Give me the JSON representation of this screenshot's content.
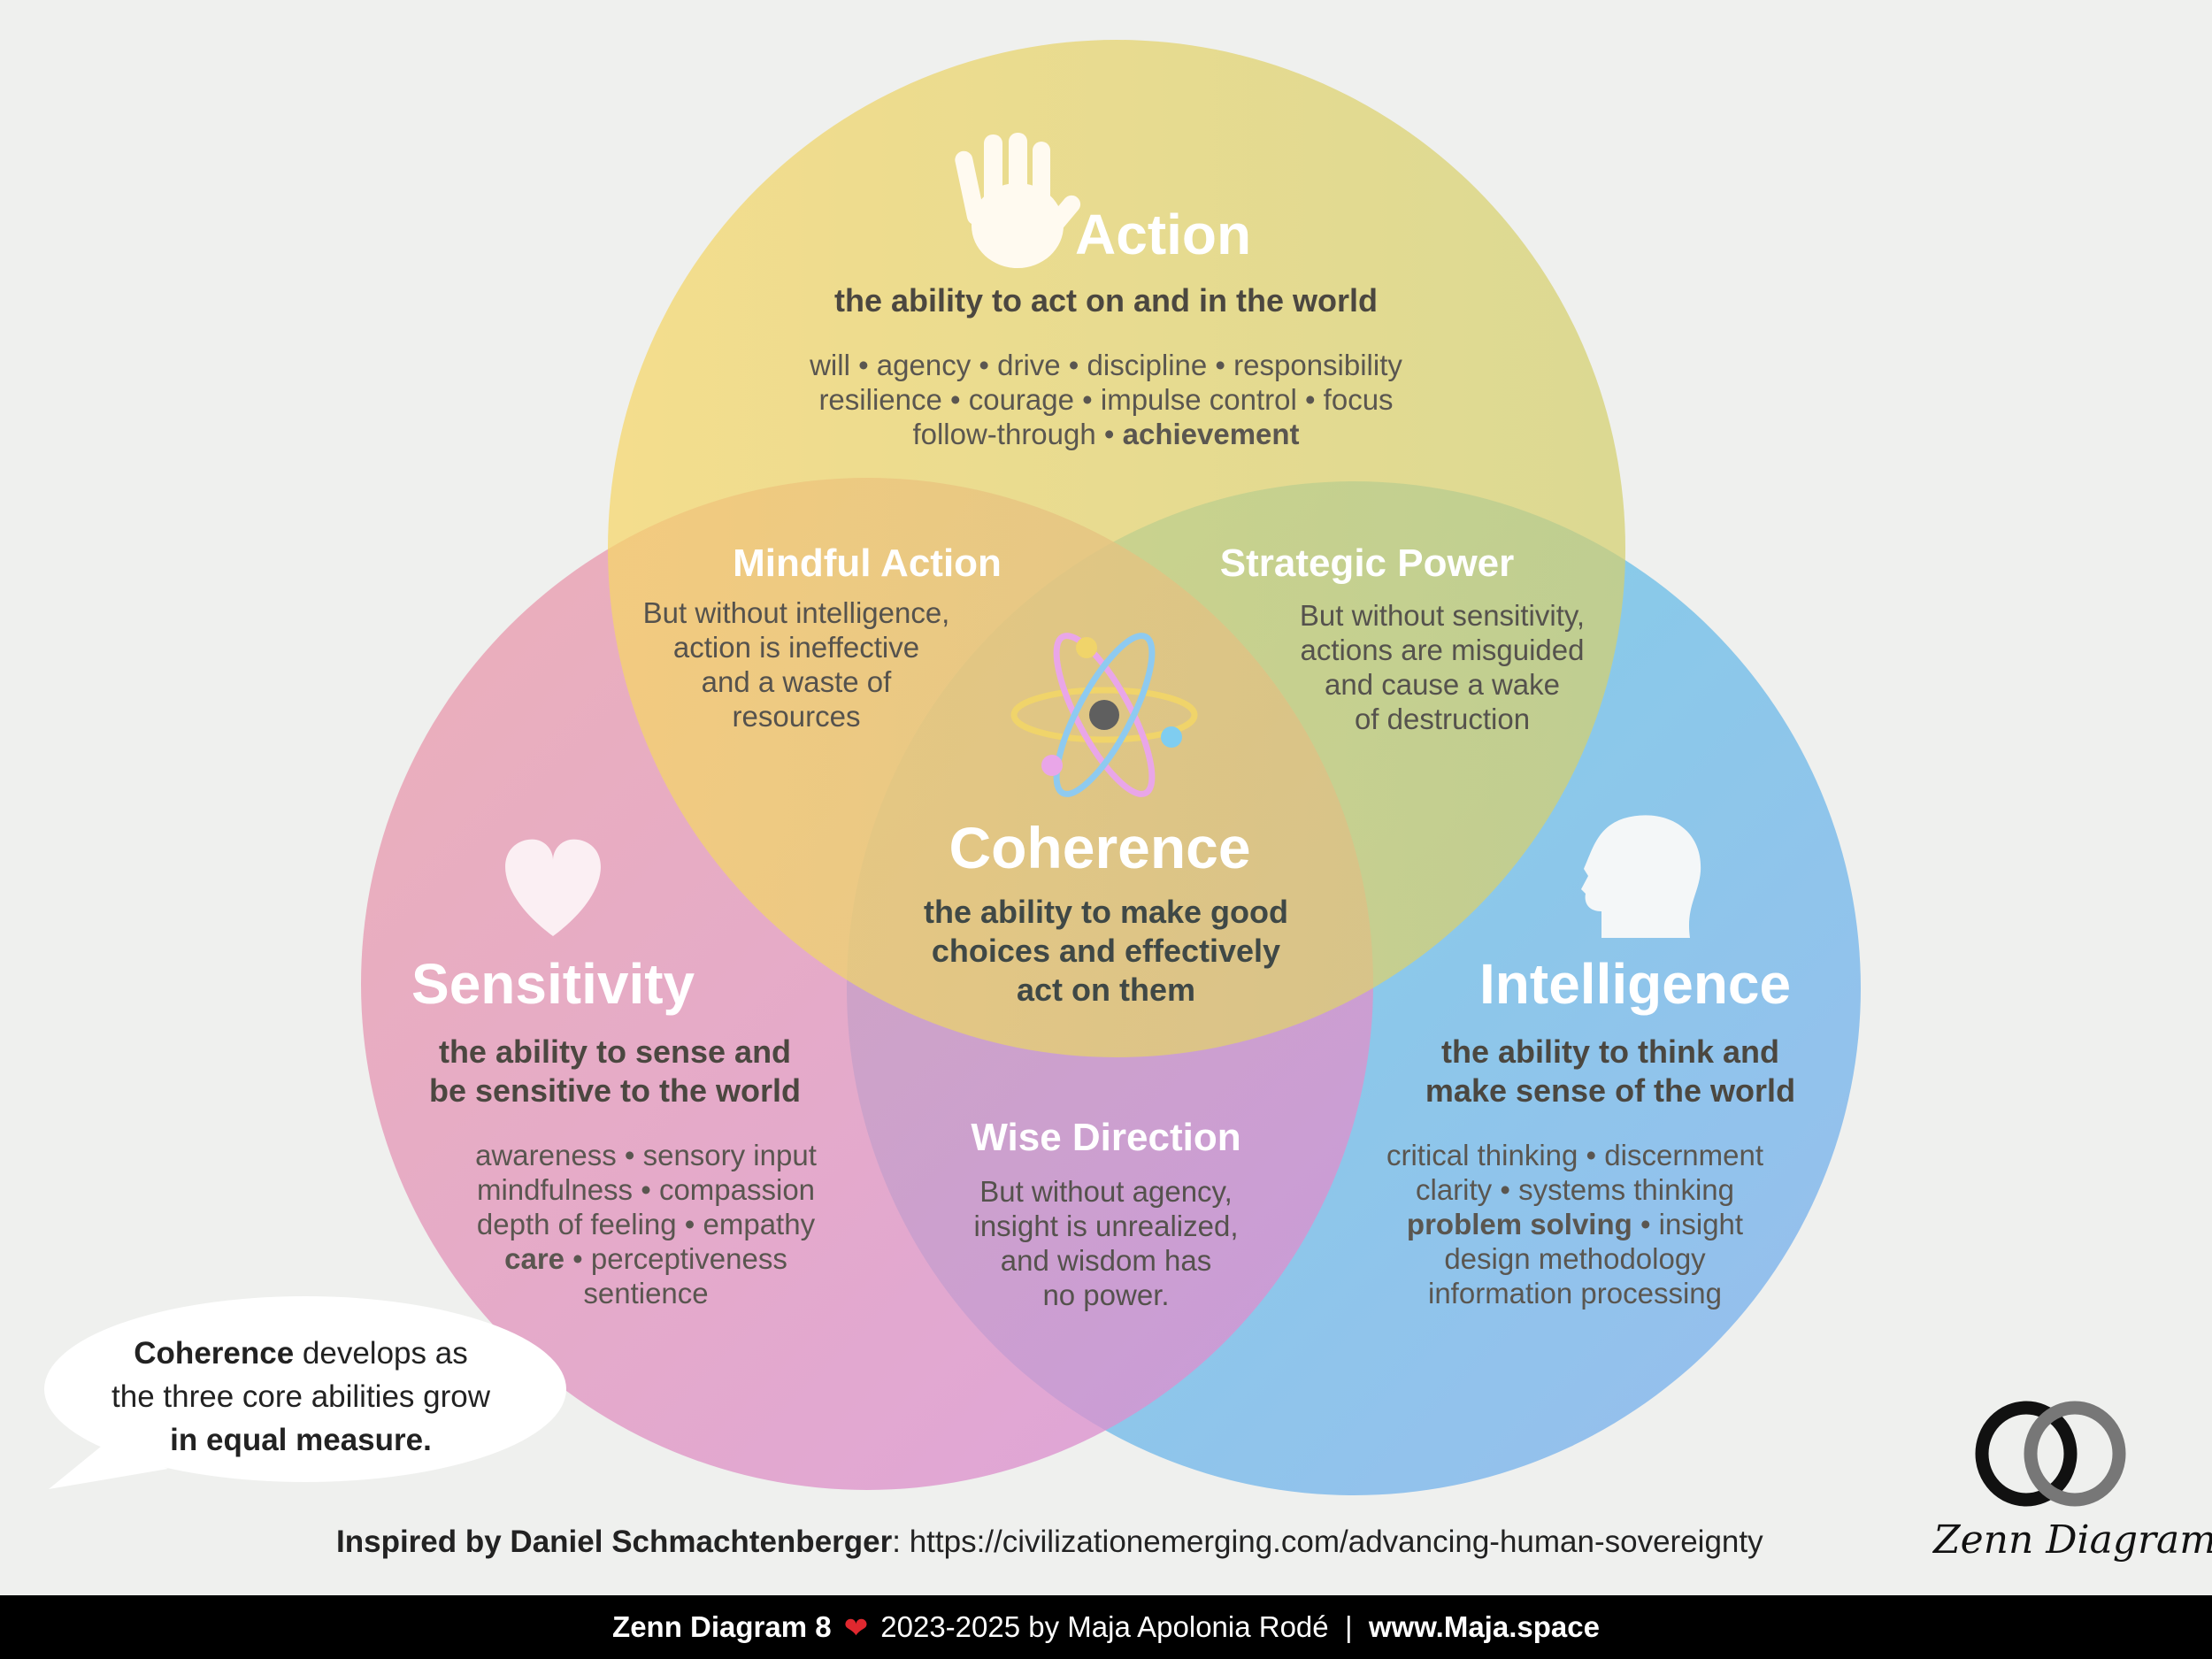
{
  "action": {
    "title": "Action",
    "subtitle": "the ability to act on and in the world",
    "keywords": [
      "will • agency • drive • discipline • responsibility",
      "resilience • courage • impulse control • focus",
      "follow-through • ",
      "achievement"
    ]
  },
  "sensitivity": {
    "title": "Sensitivity",
    "subtitle": [
      "the ability to sense and",
      "be sensitive to the world"
    ],
    "keywords": [
      "awareness • sensory input",
      "mindfulness • compassion",
      "depth of feeling • empathy",
      "care",
      " • perceptiveness",
      "sentience"
    ]
  },
  "intelligence": {
    "title": "Intelligence",
    "subtitle": [
      "the ability to think and",
      "make sense of the world"
    ],
    "keywords": [
      "critical thinking • discernment",
      "clarity • systems thinking",
      "problem solving",
      " • insight",
      "design methodology",
      "information processing"
    ]
  },
  "mindful_action": {
    "title": "Mindful Action",
    "lines": [
      "But without intelligence,",
      "action is ineffective",
      "and a waste of",
      "resources"
    ]
  },
  "strategic_power": {
    "title": "Strategic Power",
    "lines": [
      "But without sensitivity,",
      "actions are misguided",
      "and cause a wake",
      "of destruction"
    ]
  },
  "wise_direction": {
    "title": "Wise Direction",
    "lines": [
      "But without agency,",
      "insight is unrealized,",
      "and wisdom has",
      "no power."
    ]
  },
  "coherence": {
    "title": "Coherence",
    "lines": [
      "the ability to make good",
      "choices and effectively",
      "act on them"
    ]
  },
  "bubble": {
    "bold1": "Coherence",
    "text1": " develops as",
    "text2": "the three core abilities grow",
    "bold3": "in equal measure."
  },
  "credit": {
    "bold": "Inspired by Daniel Schmachtenberger",
    "text": ": https://civilizationemerging.com/advancing-human-sovereignty"
  },
  "logo": {
    "text": "Zenn Diagrams"
  },
  "footer": {
    "title": "Zenn Diagram 8",
    "heart": "❤",
    "text": "2023-2025 by Maja Apolonia Rodé  |  ",
    "site": "www.Maja.space"
  },
  "colors": {
    "action": "#f3d35a",
    "sensitivity": "#e487be",
    "intelligence": "#6cc4ee",
    "background": "#eff0ee"
  },
  "icons": [
    "hand-icon",
    "heart-icon",
    "head-icon",
    "atom-icon"
  ]
}
